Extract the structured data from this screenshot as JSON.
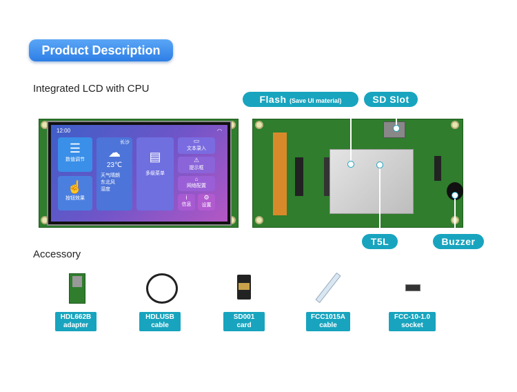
{
  "title": "Product Description",
  "heading_lcd": "Integrated LCD with CPU",
  "heading_accessory": "Accessory",
  "screen": {
    "time": "12:00",
    "tile1": "数值调节",
    "tile2": "按钮效果",
    "weather_city": "长沙",
    "weather_temp": "23℃",
    "weather_l1": "天气晴朗",
    "weather_l2": "东北风",
    "weather_l3": "湿度",
    "menu": "多级菜单",
    "text_input": "文本录入",
    "popup": "提示框",
    "network": "网络配置",
    "info": "信息",
    "settings": "设置"
  },
  "callouts": {
    "flash": "Flash",
    "flash_note": "(Save UI material)",
    "sd_slot": "SD Slot",
    "t5l": "T5L",
    "buzzer": "Buzzer"
  },
  "accessories": [
    {
      "line1": "HDL662B",
      "line2": "adapter"
    },
    {
      "line1": "HDLUSB",
      "line2": "cable"
    },
    {
      "line1": "SD001",
      "line2": "card"
    },
    {
      "line1": "FCC1015A",
      "line2": "cable"
    },
    {
      "line1": "FCC-10-1.0",
      "line2": "socket"
    }
  ]
}
